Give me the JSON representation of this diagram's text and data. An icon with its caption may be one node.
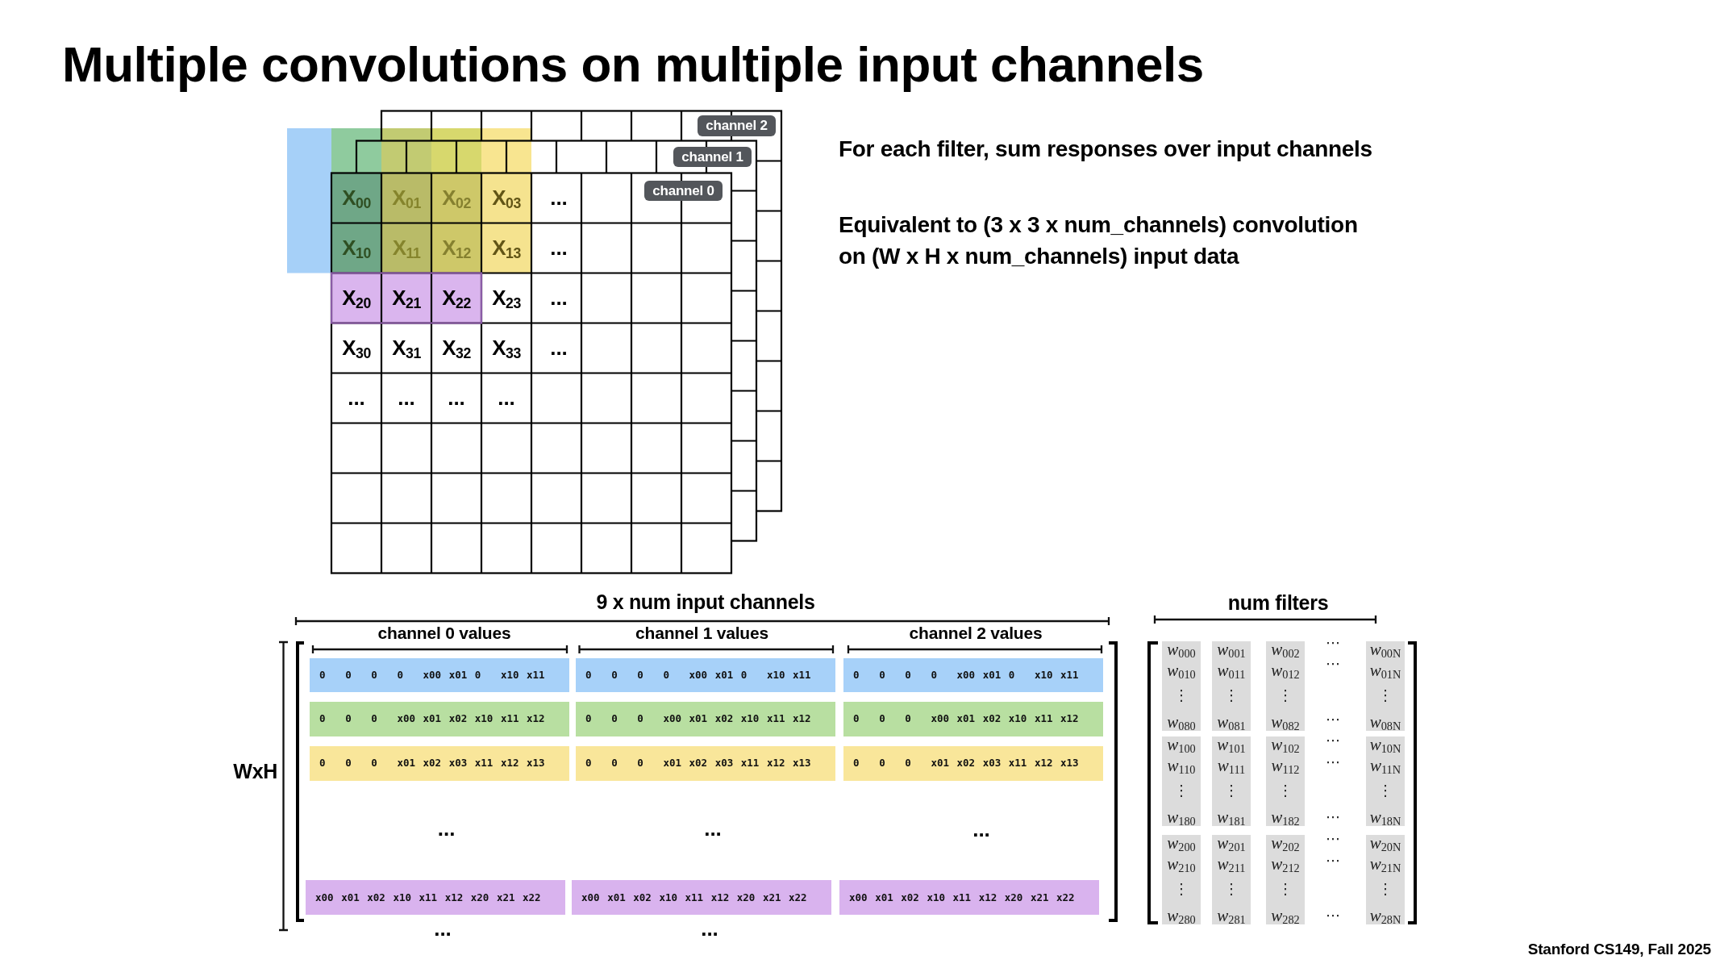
{
  "diagram": {
    "title": "Multiple convolutions on multiple input channels",
    "nodes": [
      {
        "text": [
          "channel 2"
        ]
      },
      {
        "text": [
          "channel 1"
        ]
      },
      {
        "text": [
          "channel 0"
        ]
      },
      {
        "text": [
          "0 0 0 0 x00 x01 0 x10 x11"
        ]
      },
      {
        "text": [
          "0 0 0 0 x00 x01 0 x10 x11"
        ]
      },
      {
        "text": [
          "0 0 0 0 x00 x01 0 x10 x11"
        ]
      },
      {
        "text": [
          "0 0 0 x00 x01 x02 x10 x11 x12"
        ]
      },
      {
        "text": [
          "0 0 0 x00 x01 x02 x10 x11 x12"
        ]
      },
      {
        "text": [
          "0 0 0 x00 x01 x02 x10 x11 x12"
        ]
      },
      {
        "text": [
          "0 0 0 x01 x02 x03 x11 x12 x13"
        ]
      },
      {
        "text": [
          "0 0 0 x01 x02 x03 x11 x12 x13"
        ]
      },
      {
        "text": [
          "0 0 0 x01 x02 x03 x11 x12 x13"
        ]
      },
      {
        "text": [
          "x00 x01 x02 x10 x11 x12 x20 x21 x22"
        ]
      },
      {
        "text": [
          "x00 x01 x02 x10 x11 x12 x20 x21 x22"
        ]
      },
      {
        "text": [
          "x00 x01 x02 x10 x11 x12 x20 x21 x22"
        ]
      },
      {
        "text": [
          "*w*$_{000}$",
          "*w*$_{010}$",
          "⋮",
          "*w*$_{080}$"
        ]
      },
      {
        "text": [
          "*w*$_{001}$",
          "*w*$_{011}$",
          "⋮",
          "*w*$_{081}$"
        ]
      },
      {
        "text": [
          "*w*$_{002}$",
          "*w*$_{012}$",
          "⋮",
          "*w*$_{082}$"
        ]
      },
      {
        "text": [
          "*w*$_{00N}$",
          "*w*$_{01N}$",
          "⋮",
          "*w*$_{08N}$"
        ]
      },
      {
        "text": [
          "*w*$_{100}$",
          "*w*$_{110}$",
          "⋮",
          "*w*$_{180}$"
        ]
      },
      {
        "text": [
          "*w*$_{101}$",
          "*w*$_{111}$",
          "⋮",
          "*w*$_{181}$"
        ]
      },
      {
        "text": [
          "*w*$_{102}$",
          "*w*$_{112}$",
          "⋮",
          "*w*$_{182}$"
        ]
      },
      {
        "text": [
          "*w*$_{10N}$",
          "*w*$_{11N}$",
          "⋮",
          "*w*$_{18N}$"
        ]
      },
      {
        "text": [
          "*w*$_{200}$",
          "*w*$_{210}$",
          "⋮",
          "*w*$_{280}$"
        ]
      },
      {
        "text": [
          "*w*$_{201}$",
          "*w*$_{211}$",
          "⋮",
          "*w*$_{281}$"
        ]
      },
      {
        "text": [
          "*w*$_{202}$",
          "*w*$_{212}$",
          "⋮",
          "*w*$_{282}$"
        ]
      },
      {
        "text": [
          "*w*$_{20N}$",
          "*w*$_{21N}$",
          "⋮",
          "*w*$_{28N}$"
        ]
      }
    ],
    "labels": [
      "X$_{00}$",
      "X$_{01}$",
      "X$_{02}$",
      "X$_{03}$",
      "...",
      "X$_{10}$",
      "X$_{11}$",
      "X$_{12}$",
      "X$_{13}$",
      "...",
      "X$_{20}$",
      "X$_{21}$",
      "X$_{22}$",
      "X$_{23}$",
      "...",
      "X$_{30}$",
      "X$_{31}$",
      "X$_{32}$",
      "X$_{33}$",
      "...",
      "...",
      "...",
      "...",
      "...",
      "For each filter, sum responses over input channels",
      "Equivalent to (3 x 3 x num_channels) convolution on (W x H x num_channels) input data",
      "9 x num input channels",
      "channel 0 values",
      "channel 1 values",
      "channel 2 values",
      "num filters",
      "WxH",
      "...",
      "...",
      "...",
      "...",
      "...",
      "⋯",
      "⋯",
      "⋯",
      "⋯",
      "⋯",
      "⋯",
      "⋯",
      "⋯",
      "⋯",
      "Stanford CS149, Fall 2025"
    ]
  }
}
